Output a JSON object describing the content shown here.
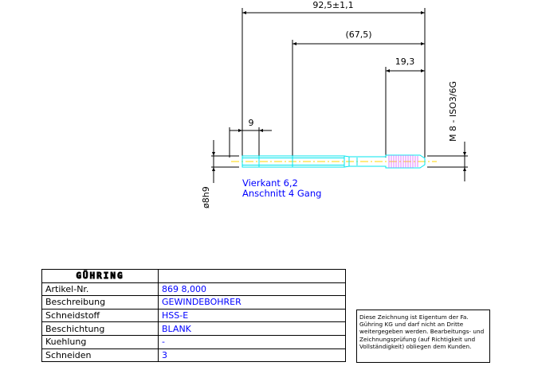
{
  "dimensions": {
    "overall_length": "92,5±1,1",
    "shank_length": "(67,5)",
    "thread_length": "19,3",
    "square_length": "9",
    "thread_spec": "M 8 - ISO3/6G",
    "shank_diameter": "ø8h9"
  },
  "notes": {
    "square": "Vierkant 6,2",
    "chamfer": "Anschnitt 4 Gang"
  },
  "title_block": {
    "logo": "GÜHRING",
    "rows": [
      {
        "label": "Artikel-Nr.",
        "value": "869 8,000"
      },
      {
        "label": "Beschreibung",
        "value": "GEWINDEBOHRER"
      },
      {
        "label": "Schneidstoff",
        "value": "HSS-E"
      },
      {
        "label": "Beschichtung",
        "value": "BLANK"
      },
      {
        "label": "Kuehlung",
        "value": "-"
      },
      {
        "label": "Schneiden",
        "value": "3"
      }
    ]
  },
  "notice": {
    "text": "Diese Zeichnung ist Eigentum der Fa. Gühring KG und darf nicht an Dritte weitergegeben werden. Bearbeitungs- und Zeichnungsprüfung (auf Richtigkeit und Vollständigkeit) obliegen dem Kunden."
  },
  "colors": {
    "outline": "#00e5ee",
    "centerline": "#ffd700",
    "dimension": "#000000",
    "text_blue": "#0000ff"
  }
}
